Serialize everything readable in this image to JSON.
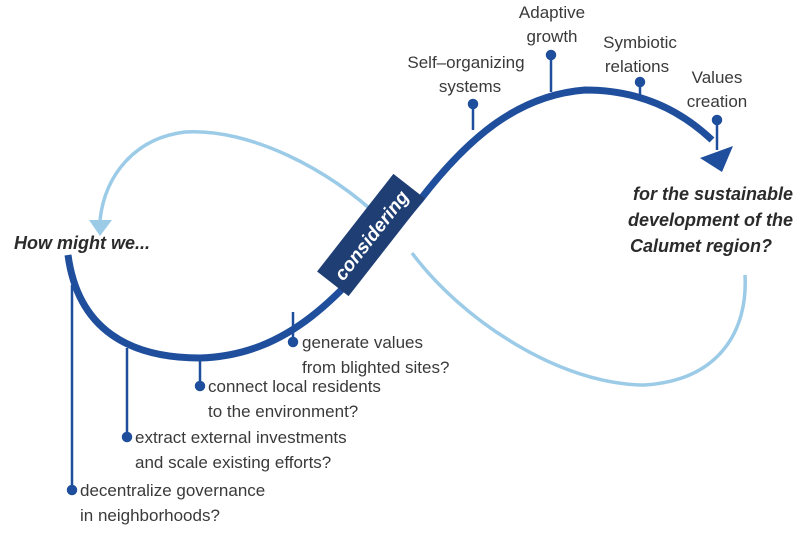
{
  "question": {
    "start": "How might we...",
    "end_lines": [
      "for the sustainable",
      "development of the",
      "Calumet region?"
    ],
    "connector": "considering"
  },
  "considerations": [
    {
      "lines": [
        "Self–organizing",
        "systems"
      ]
    },
    {
      "lines": [
        "Adaptive",
        "growth"
      ]
    },
    {
      "lines": [
        "Symbiotic",
        "relations"
      ]
    },
    {
      "lines": [
        "Values",
        "creation"
      ]
    }
  ],
  "actions": [
    {
      "lines": [
        "generate values",
        "from blighted sites?"
      ]
    },
    {
      "lines": [
        "connect local residents",
        "to the environment?"
      ]
    },
    {
      "lines": [
        "extract external investments",
        "and scale existing efforts?"
      ]
    },
    {
      "lines": [
        "decentralize governance",
        "in neighborhoods?"
      ]
    }
  ],
  "colors": {
    "dark_curve": "#1f4f9c",
    "light_curve": "#9ccbe8",
    "band": "#1f3f74",
    "text": "#3a3a3a"
  }
}
